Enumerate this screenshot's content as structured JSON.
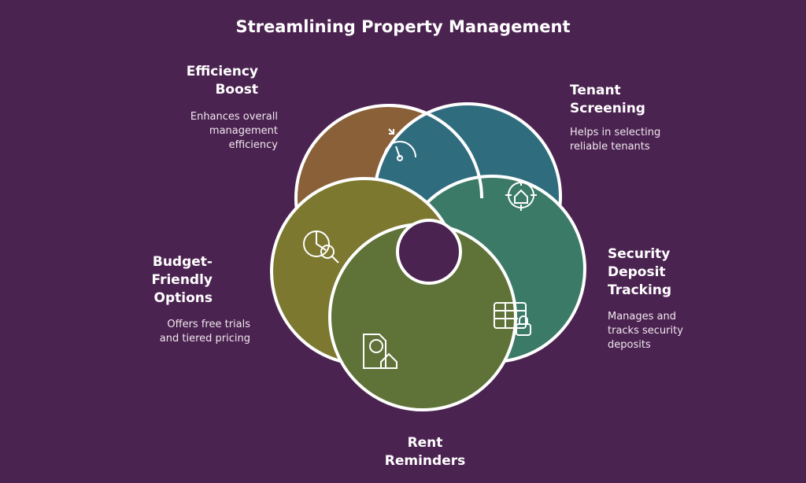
{
  "title": "Streamlining Property Management",
  "items": [
    {
      "heading": "Efficiency Boost",
      "desc": "Enhances overall management efficiency",
      "color": "#8a6038",
      "icon": "speedometer-icon"
    },
    {
      "heading": "Tenant Screening",
      "desc": "Helps in selecting reliable tenants",
      "color": "#2f6c7e",
      "icon": "house-target-icon"
    },
    {
      "heading": "Security Deposit Tracking",
      "desc": "Manages and tracks security deposits",
      "color": "#3c7a68",
      "icon": "table-lock-icon"
    },
    {
      "heading": "Rent Reminders",
      "desc": "",
      "color": "#5f7238",
      "icon": "document-clock-house-icon"
    },
    {
      "heading": "Budget-Friendly Options",
      "desc": "Offers free trials and tiered pricing",
      "color": "#7c7830",
      "icon": "pie-chart-search-icon"
    }
  ]
}
